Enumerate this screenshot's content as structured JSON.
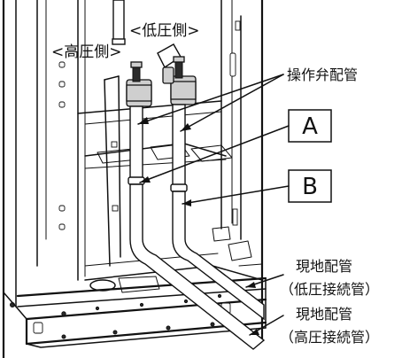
{
  "labels": {
    "low_pressure_side": "<低圧側>",
    "high_pressure_side": "<高圧側>",
    "valve_piping": "操作弁配管",
    "box_a": "A",
    "box_b": "B",
    "site_piping_1": "現地配管",
    "low_pressure_connection": "（低圧接続管）",
    "site_piping_2": "現地配管",
    "high_pressure_connection": "（高圧接続管）"
  }
}
